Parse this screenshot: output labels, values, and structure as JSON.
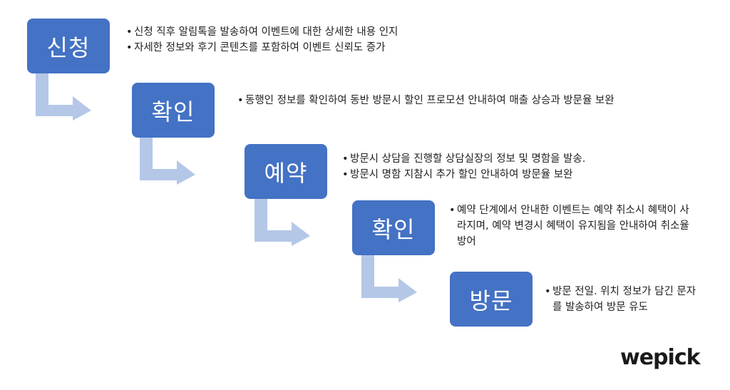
{
  "steps": [
    {
      "label": "신청",
      "bullets": [
        "신청 직후 알림톡을 발송하여 이벤트에 대한 상세한 내용 인지",
        "자세한 정보와 후기 콘텐츠를 포함하여 이벤트 신뢰도 증가"
      ]
    },
    {
      "label": "확인",
      "bullets": [
        "동행인 정보를 확인하여 동반 방문시 할인 프로모션 안내하여 매출 상승과 방문율 보완"
      ]
    },
    {
      "label": "예약",
      "bullets": [
        "방문시 상담을 진행할 상담실장의 정보 및 명함을 발송.",
        "방문시 명함 지참시 추가 할인 안내하여 방문율 보완"
      ]
    },
    {
      "label": "확인",
      "bullets": [
        "예약 단계에서 안내한 이벤트는 예약 취소시 혜택이 사라지며, 예약 변경시 혜택이 유지됨을 안내하여 취소율 방어"
      ]
    },
    {
      "label": "방문",
      "bullets": [
        "방문 전일. 위치 정보가 담긴 문자를 발송하여 방문 유도"
      ]
    }
  ],
  "logo": "wepick",
  "colors": {
    "step_box": "#4472C4",
    "arrow": "#B4C7E7",
    "text": "#222222"
  }
}
